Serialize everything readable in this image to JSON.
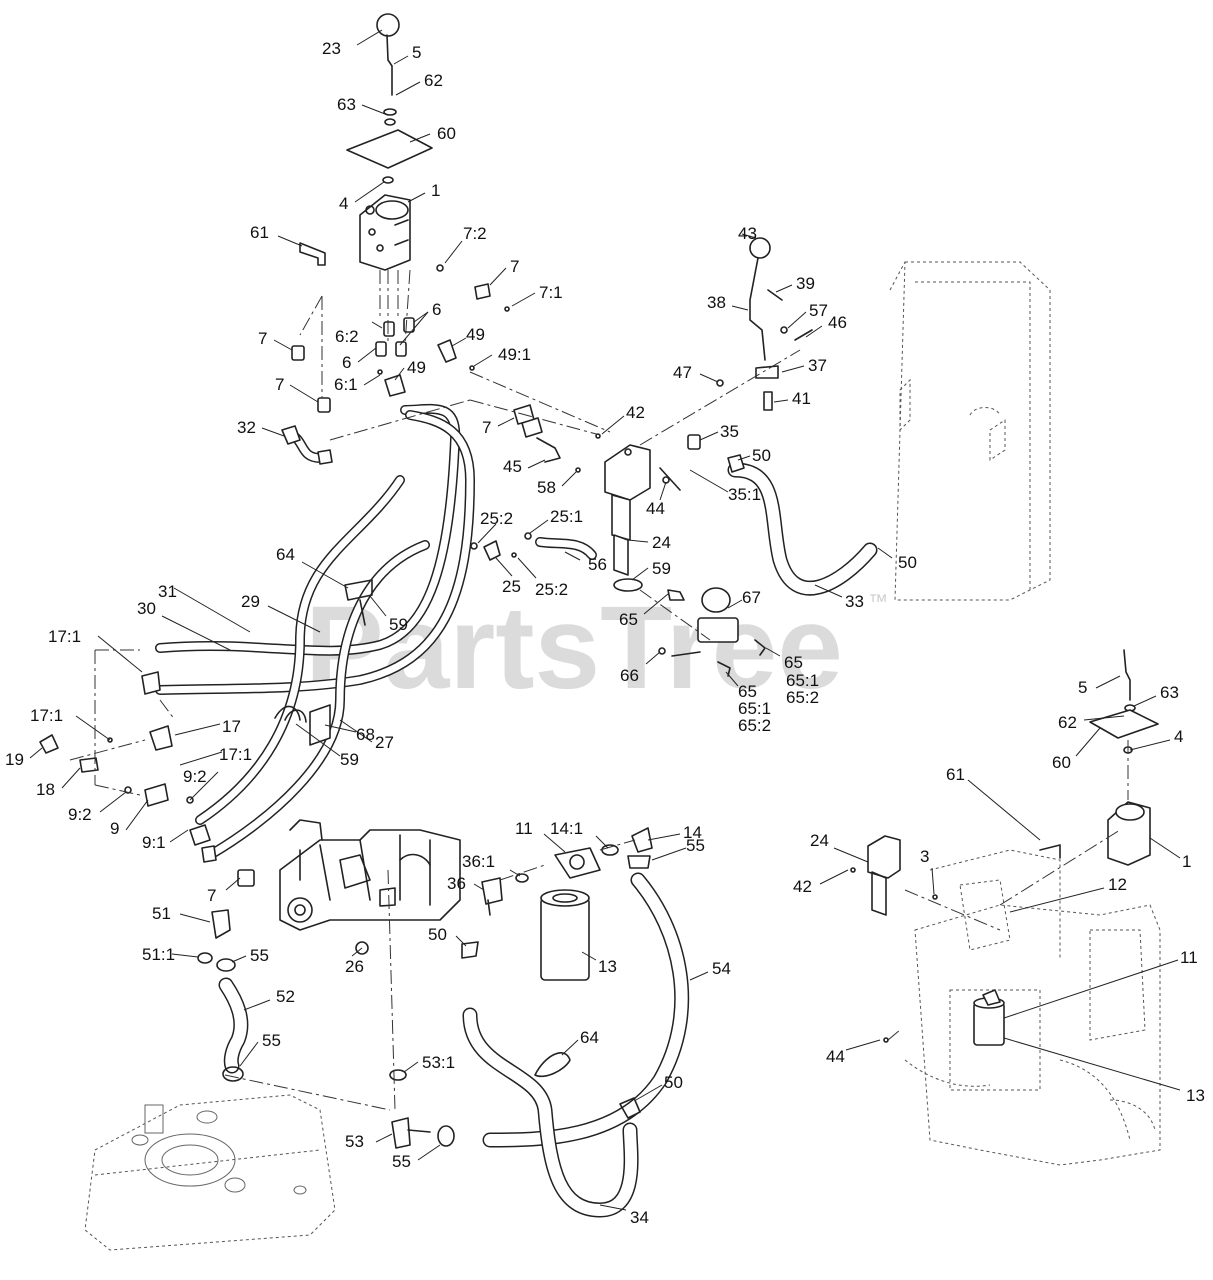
{
  "watermark": {
    "text": "PartsTree",
    "trademark": "™"
  },
  "callouts": [
    "23",
    "5",
    "62",
    "63",
    "60",
    "4",
    "1",
    "61",
    "7:2",
    "7",
    "7:1",
    "7",
    "6",
    "6:2",
    "6",
    "49",
    "49:1",
    "6:1",
    "49",
    "7",
    "32",
    "43",
    "39",
    "38",
    "57",
    "46",
    "37",
    "47",
    "41",
    "42",
    "7",
    "35",
    "50",
    "45",
    "58",
    "44",
    "35:1",
    "25:2",
    "25:1",
    "24",
    "56",
    "59",
    "25",
    "25:2",
    "50",
    "33",
    "64",
    "59",
    "29",
    "31",
    "30",
    "17:1",
    "65",
    "67",
    "66",
    "65",
    "65:1",
    "65:2",
    "65",
    "65:1",
    "65:2",
    "17:1",
    "17",
    "19",
    "18",
    "17:1",
    "9:2",
    "9:2",
    "59",
    "68",
    "27",
    "9",
    "9:1",
    "11",
    "14:1",
    "14",
    "55",
    "36:1",
    "36",
    "7",
    "51",
    "50",
    "13",
    "51:1",
    "55",
    "26",
    "52",
    "54",
    "55",
    "64",
    "53:1",
    "50",
    "53",
    "55",
    "34",
    "5",
    "63",
    "62",
    "4",
    "60",
    "61",
    "1",
    "24",
    "3",
    "42",
    "12",
    "11",
    "44",
    "13"
  ]
}
